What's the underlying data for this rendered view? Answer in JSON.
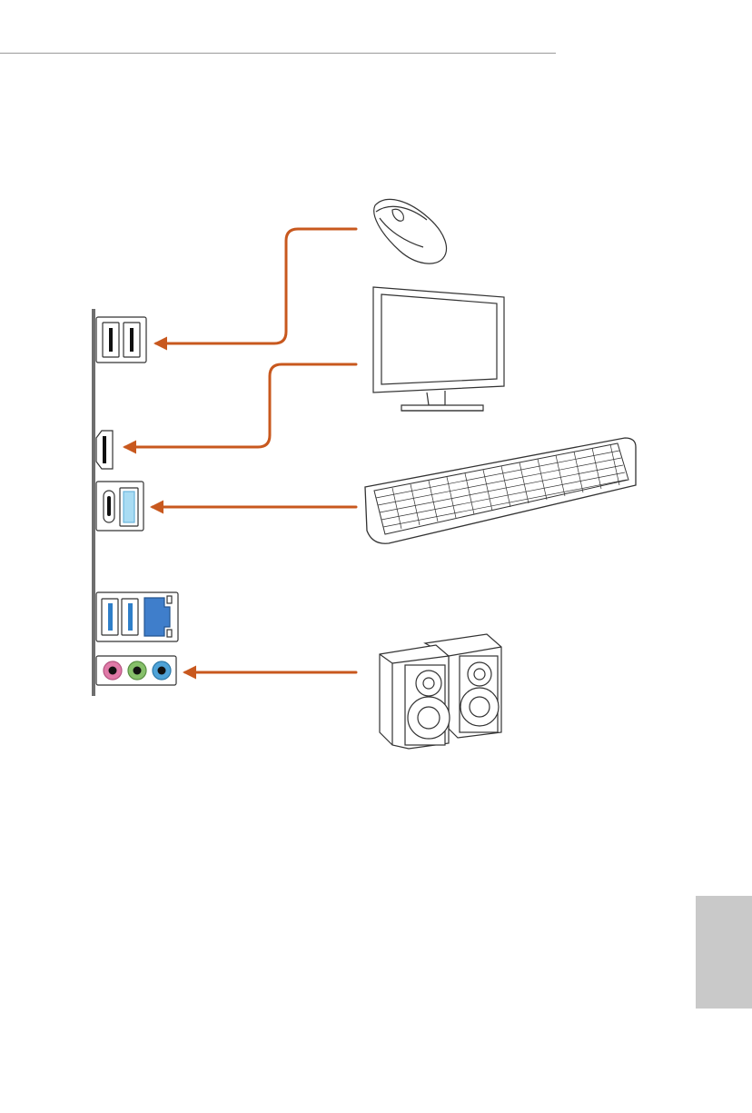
{
  "page": {
    "number": ""
  },
  "colors": {
    "cable": "#c8581e",
    "panel_rail": "#6e6e6e",
    "port_outline": "#333333",
    "usb3_blue": "#2f7fc9",
    "lan_blue": "#3f7ecb",
    "audio_pink": "#e07aa8",
    "audio_green": "#86c06a",
    "audio_blue": "#4fa3d8",
    "side_tab": "#c9c9c9"
  },
  "ports": [
    {
      "id": "usb2-pair",
      "icon": "usb-a-port-pair-icon"
    },
    {
      "id": "hdmi",
      "icon": "hdmi-port-icon"
    },
    {
      "id": "usb-c-and-usb3",
      "icon": "usb-c-and-usb-a-port-icon"
    },
    {
      "id": "usb3-pair-lan",
      "icon": "usb3-and-lan-port-icon"
    },
    {
      "id": "audio-jacks",
      "icon": "audio-jack-icon"
    }
  ],
  "devices": [
    {
      "id": "mouse",
      "icon": "mouse-icon"
    },
    {
      "id": "monitor",
      "icon": "monitor-icon"
    },
    {
      "id": "keyboard",
      "icon": "keyboard-icon"
    },
    {
      "id": "speakers",
      "icon": "speakers-icon"
    }
  ]
}
